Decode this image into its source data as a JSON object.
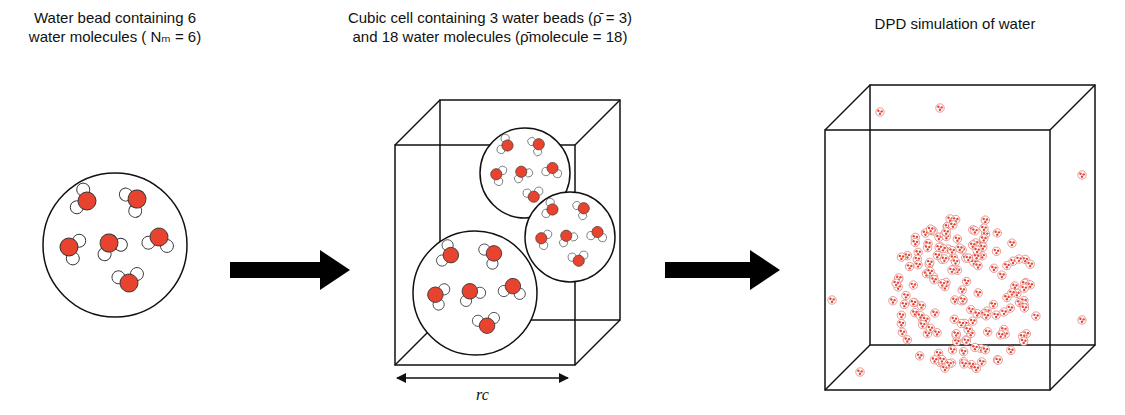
{
  "diagram": {
    "nodes": [
      {
        "text": [
          "Water bead containing 6 water molecules ( Nₘ = 6)"
        ]
      },
      {
        "text": [
          "Cubic cell containing 3 water beads (ρ̄ = 3) and 18 water molecules (ρ̄molecule = 18)"
        ]
      },
      {
        "text": [
          "DPD simulation of water"
        ]
      }
    ],
    "edges": [
      {
        "from": 0,
        "to": 1,
        "arrow": "to"
      },
      {
        "from": 1,
        "to": 2,
        "arrow": "to"
      }
    ],
    "labels": [
      "rc"
    ]
  }
}
